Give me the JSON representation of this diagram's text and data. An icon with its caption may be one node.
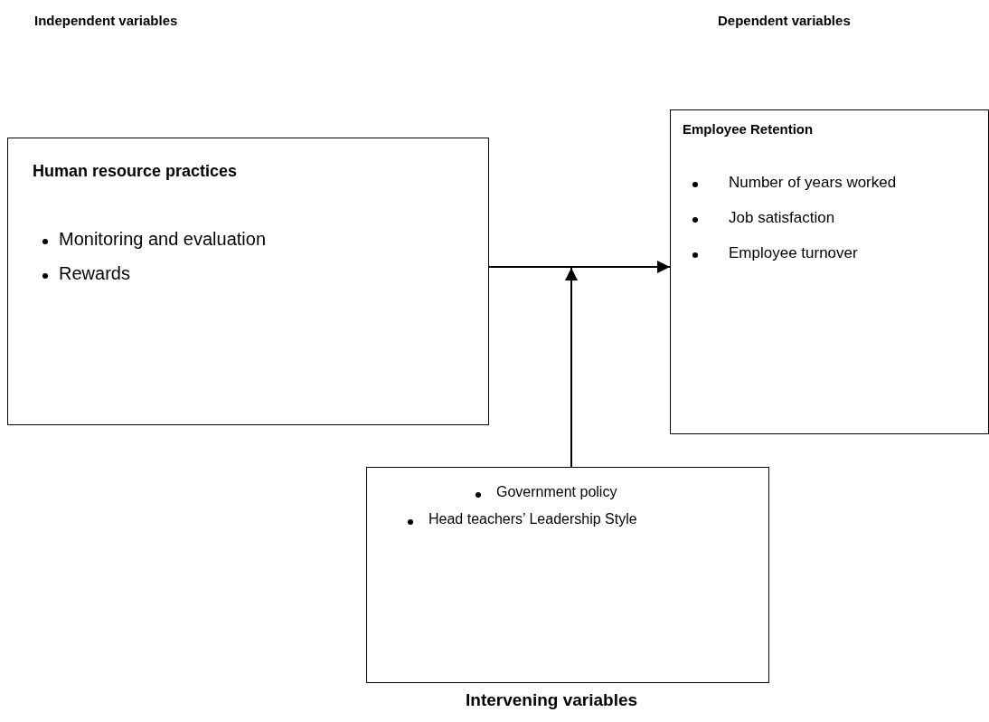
{
  "diagram": {
    "nodes": [
      {
        "text": [
          "Human resource practices",
          "Monitoring and evaluation",
          "Rewards"
        ]
      },
      {
        "text": [
          "Employee Retention",
          "Number of years worked",
          "Job satisfaction",
          "Employee turnover"
        ]
      },
      {
        "text": [
          "Government policy",
          "Head teachers’ Leadership Style"
        ],
        "beside": [
          "Intervening variables"
        ]
      }
    ],
    "edges": [
      {
        "from": 0,
        "to": 1,
        "arrow": "to"
      },
      {
        "from": 2,
        "to": null,
        "arrow": "to"
      }
    ],
    "labels": [
      "Independent variables",
      "Dependent variables"
    ]
  }
}
